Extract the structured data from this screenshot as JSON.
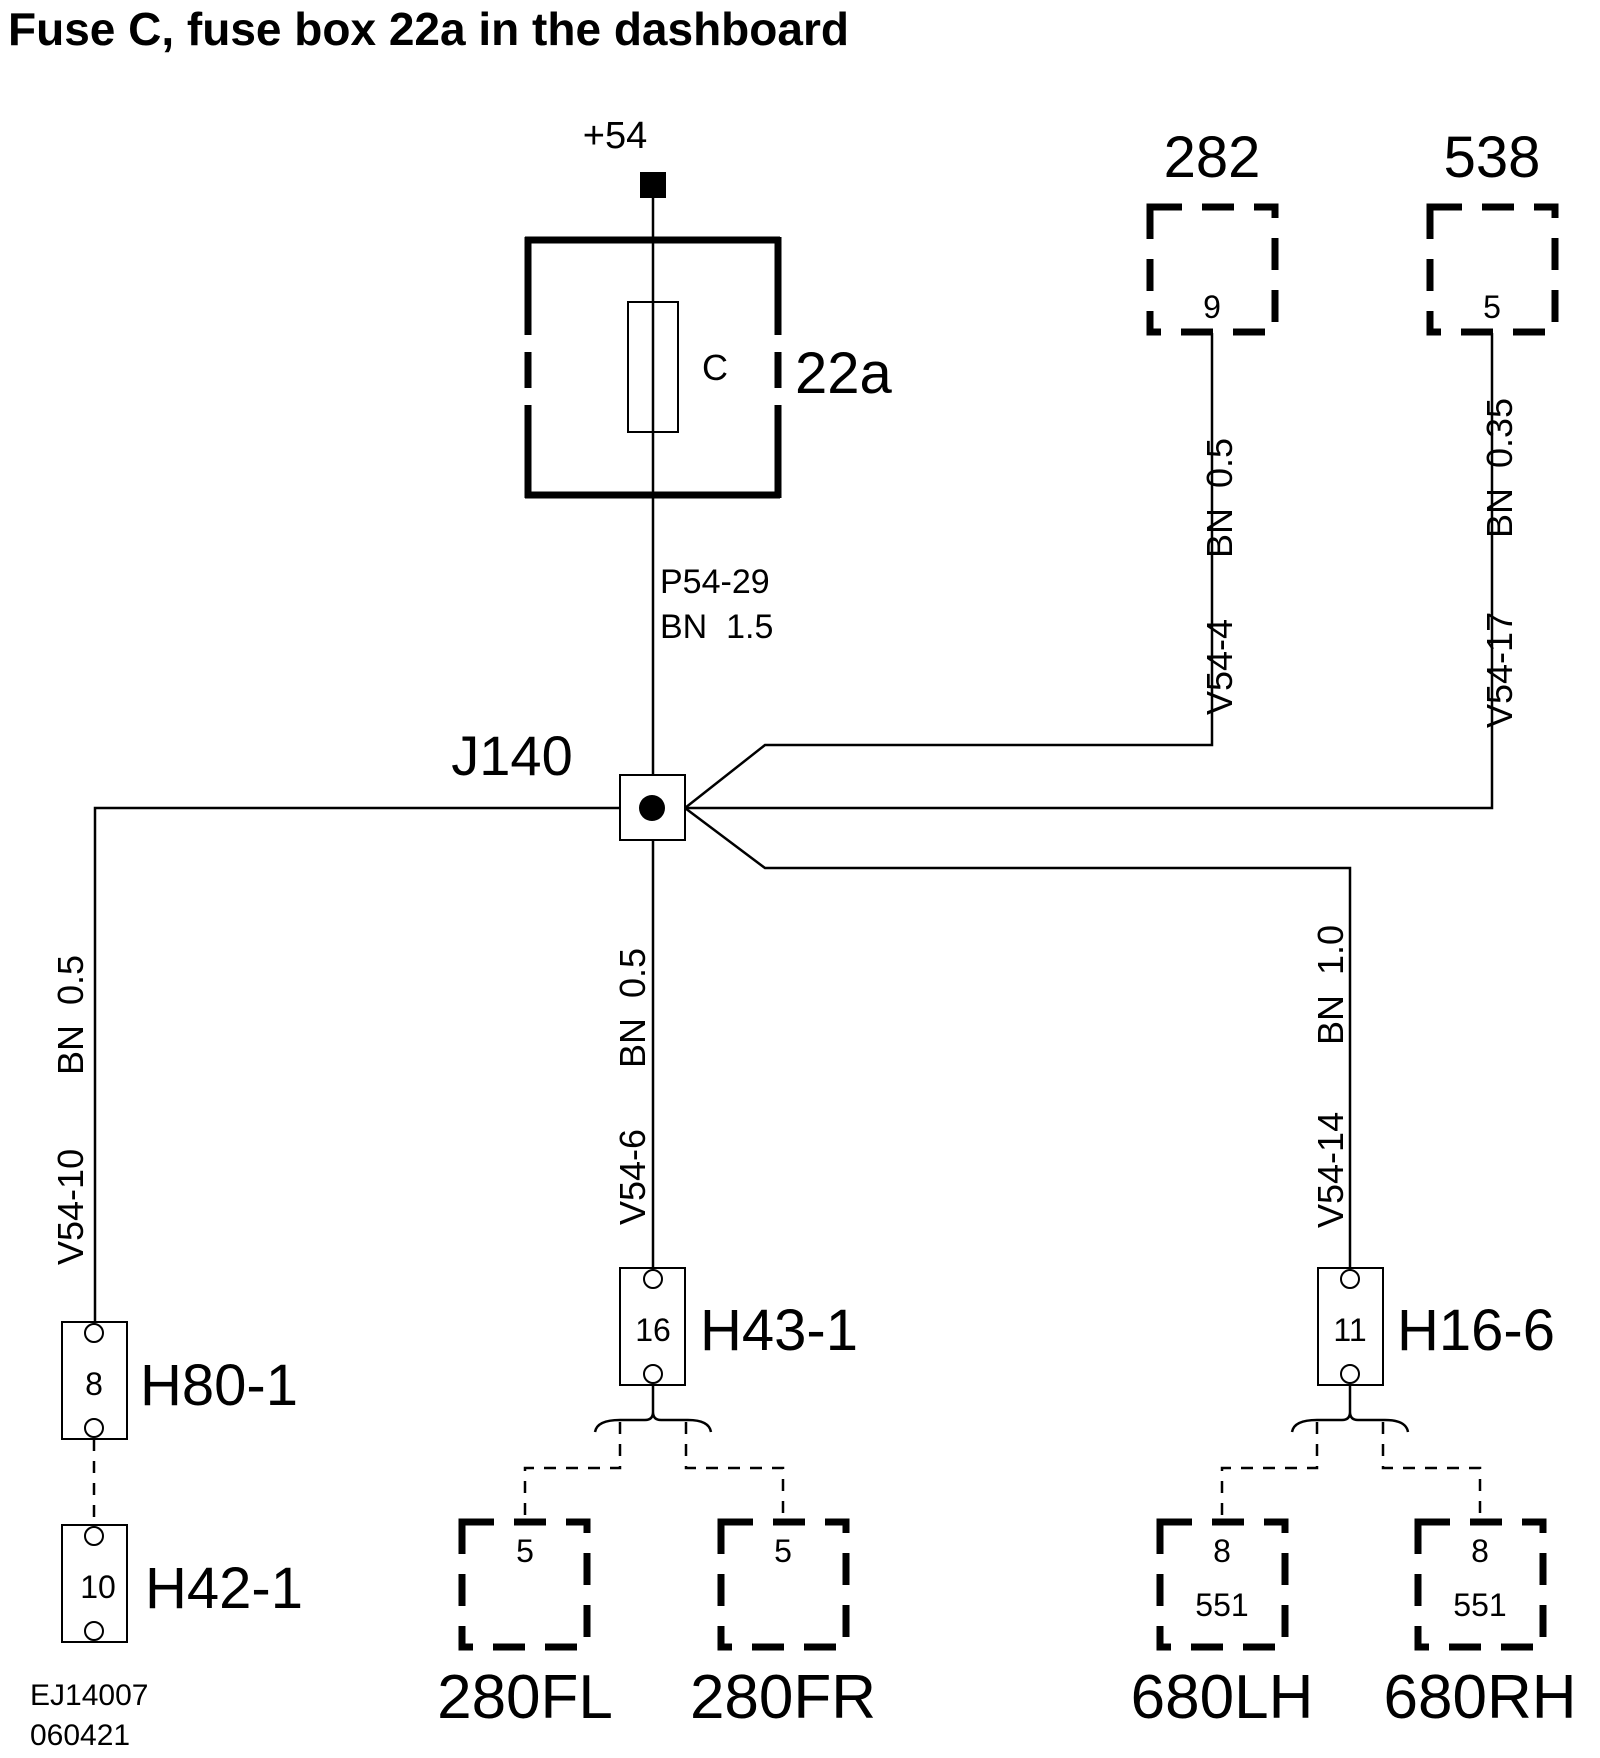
{
  "title": "Fuse C, fuse box 22a in the dashboard",
  "supply": {
    "label": "+54"
  },
  "fuse_box": {
    "name": "22a",
    "fuse": "C"
  },
  "feed_wire": {
    "id": "P54-29",
    "spec": "BN  1.5"
  },
  "junction": {
    "name": "J140"
  },
  "top_components": [
    {
      "name": "282",
      "pin": "9",
      "wire_id": "V54-4",
      "wire_spec": "BN  0.5"
    },
    {
      "name": "538",
      "pin": "5",
      "wire_id": "V54-17",
      "wire_spec": "BN  0.35"
    }
  ],
  "branch_wires": [
    {
      "id": "V54-10",
      "spec": "BN  0.5"
    },
    {
      "id": "V54-6",
      "spec": "BN  0.5"
    },
    {
      "id": "V54-14",
      "spec": "BN  1.0"
    }
  ],
  "connectors": [
    {
      "name": "H80-1",
      "pin": "8"
    },
    {
      "name": "H42-1",
      "pin": "10"
    },
    {
      "name": "H43-1",
      "pin": "16"
    },
    {
      "name": "H16-6",
      "pin": "11"
    }
  ],
  "bottom_components": [
    {
      "name": "280FL",
      "pin": "5",
      "sub": ""
    },
    {
      "name": "280FR",
      "pin": "5",
      "sub": ""
    },
    {
      "name": "680LH",
      "pin": "8",
      "sub": "551"
    },
    {
      "name": "680RH",
      "pin": "8",
      "sub": "551"
    }
  ],
  "footer": {
    "code": "EJ14007",
    "date": "060421"
  }
}
